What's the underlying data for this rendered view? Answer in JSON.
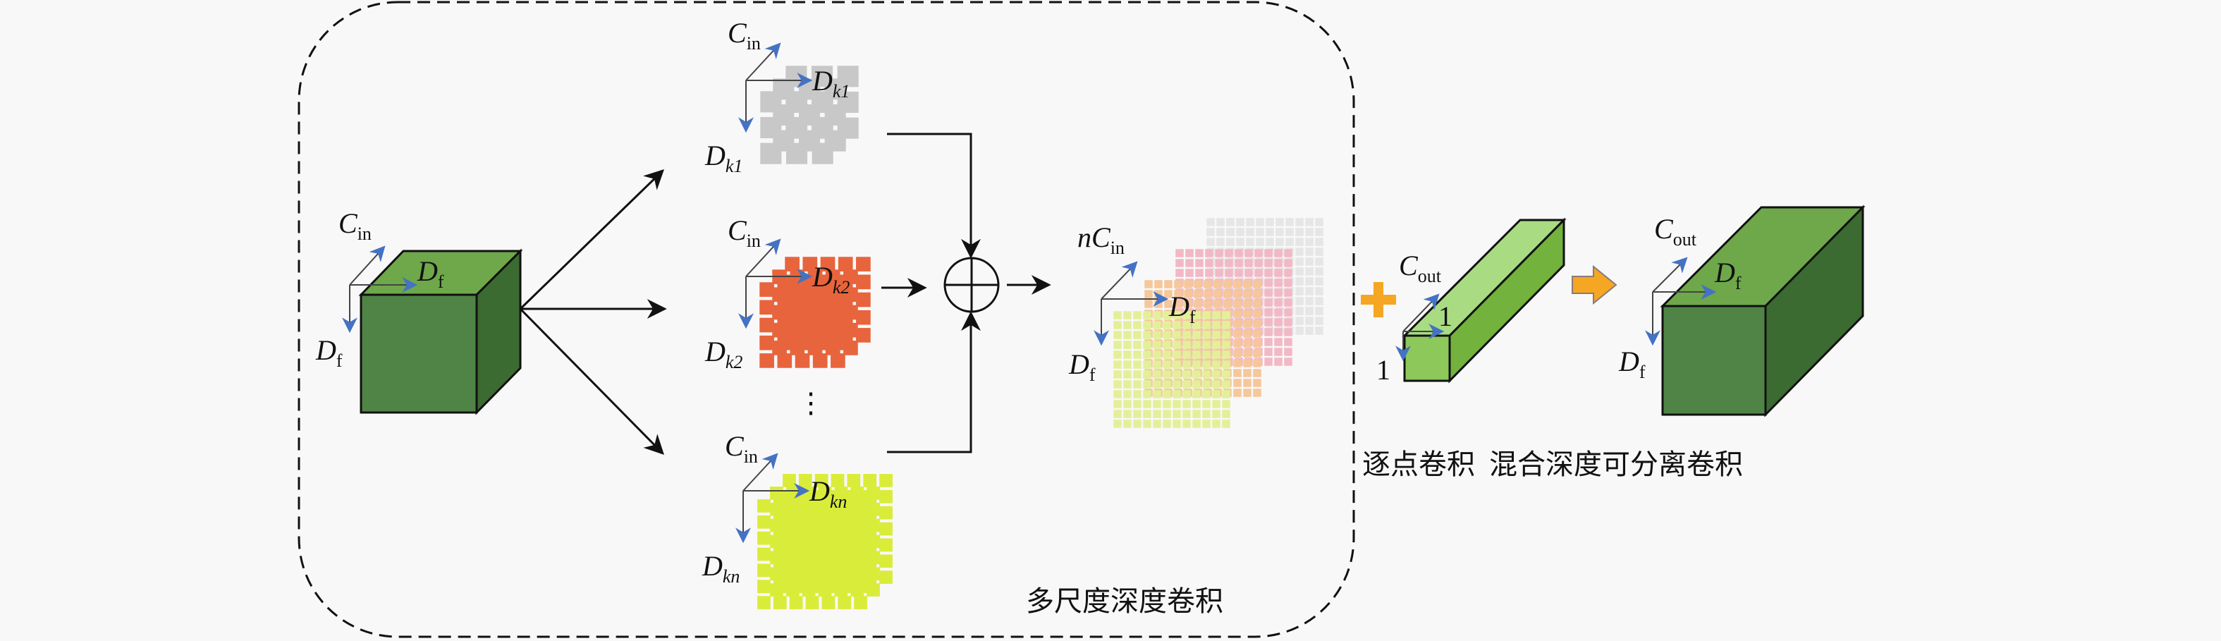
{
  "figure": {
    "title": "Mixed depthwise separable convolution",
    "labels": {
      "multiscale_depthwise": "多尺度深度卷积",
      "pointwise": "逐点卷积",
      "mixed_separable": "混合深度可分离卷积"
    },
    "input_tensor": {
      "axis_channel": {
        "main": "C",
        "sub": "in"
      },
      "axis_width": {
        "main": "D",
        "sub": "f"
      },
      "axis_height": {
        "main": "D",
        "sub": "f"
      },
      "color": "#4a7f41"
    },
    "kernels": [
      {
        "name": "kernel-k1",
        "channel": {
          "main": "C",
          "sub": "in"
        },
        "width": {
          "main": "D",
          "sub": "k1"
        },
        "height": {
          "main": "D",
          "sub": "k1"
        },
        "grid": 3,
        "color": "#c8c8c8"
      },
      {
        "name": "kernel-k2",
        "channel": {
          "main": "C",
          "sub": "in"
        },
        "width": {
          "main": "D",
          "sub": "k2"
        },
        "height": {
          "main": "D",
          "sub": "k2"
        },
        "grid": 5,
        "color": "#e8643c"
      },
      {
        "name": "kernel-kn",
        "channel": {
          "main": "C",
          "sub": "in"
        },
        "width": {
          "main": "D",
          "sub": "kn"
        },
        "height": {
          "main": "D",
          "sub": "kn"
        },
        "grid": 7,
        "color": "#d9ec3a"
      }
    ],
    "ellipsis": "⋮",
    "merge_operator": "concat-sum",
    "stacked_output": {
      "channel": {
        "prefix": "n",
        "main": "C",
        "sub": "in"
      },
      "width": {
        "main": "D",
        "sub": "f"
      },
      "height": {
        "main": "D",
        "sub": "f"
      },
      "layer_colors": [
        "#e6e6e6",
        "#f2b8c6",
        "#f5c79a",
        "#e4ef9a"
      ]
    },
    "pointwise_kernel": {
      "channel": {
        "main": "C",
        "sub": "out"
      },
      "width": "1",
      "height": "1",
      "color": "#8dc95a"
    },
    "output_tensor": {
      "channel": {
        "main": "C",
        "sub": "out"
      },
      "width": {
        "main": "D",
        "sub": "f"
      },
      "height": {
        "main": "D",
        "sub": "f"
      },
      "color": "#4a7f41"
    },
    "plus_symbol_color": "#f5a623",
    "arrow_color": "#f5a623",
    "axis_arrow_color": "#4472c4"
  }
}
